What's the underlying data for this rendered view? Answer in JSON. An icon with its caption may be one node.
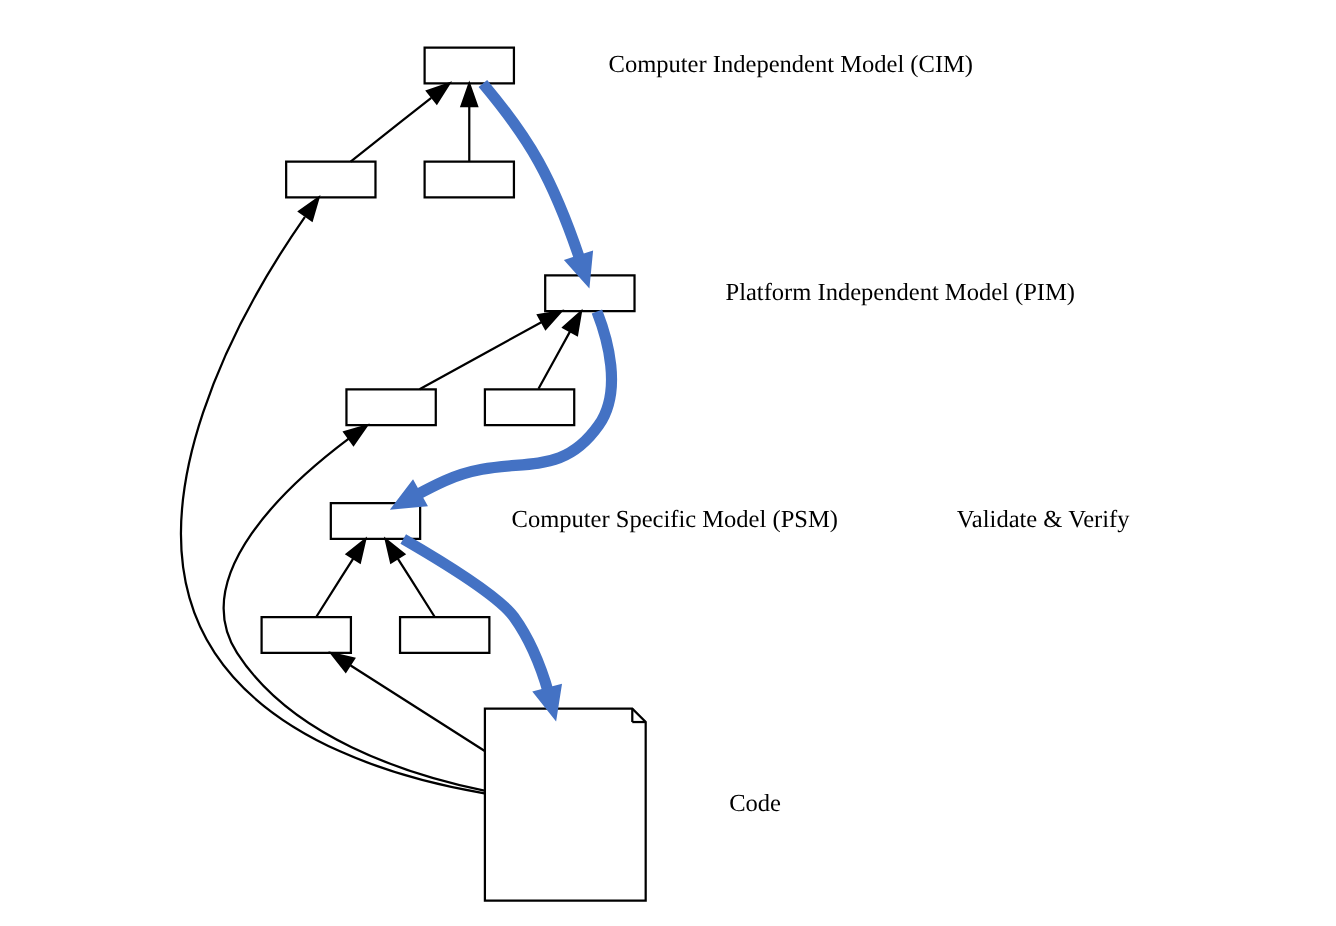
{
  "diagram": {
    "nodes": [
      {
        "text": [],
        "shape": "box",
        "beside": [
          "Computer Independent Model (CIM)"
        ]
      },
      {
        "text": [],
        "shape": "box"
      },
      {
        "text": [],
        "shape": "box"
      },
      {
        "text": [],
        "shape": "box",
        "beside": [
          "Platform Independent Model (PIM)"
        ]
      },
      {
        "text": [],
        "shape": "box"
      },
      {
        "text": [],
        "shape": "box"
      },
      {
        "text": [],
        "shape": "box",
        "beside": [
          "Computer Specific Model (PSM)"
        ]
      },
      {
        "text": [],
        "shape": "box"
      },
      {
        "text": [],
        "shape": "box"
      },
      {
        "text": [],
        "shape": "document",
        "beside": [
          "Code"
        ]
      }
    ],
    "edges": [
      {
        "from": 1,
        "to": 0,
        "arrow": "to"
      },
      {
        "from": 2,
        "to": 0,
        "arrow": "to"
      },
      {
        "from": 4,
        "to": 3,
        "arrow": "to"
      },
      {
        "from": 5,
        "to": 3,
        "arrow": "to"
      },
      {
        "from": 7,
        "to": 6,
        "arrow": "to"
      },
      {
        "from": 8,
        "to": 6,
        "arrow": "to"
      },
      {
        "from": 0,
        "to": 3,
        "arrow": "to",
        "style": "thick",
        "color": "#4472c4"
      },
      {
        "from": 3,
        "to": 6,
        "arrow": "to",
        "style": "thick",
        "color": "#4472c4"
      },
      {
        "from": 6,
        "to": 9,
        "arrow": "to",
        "style": "thick",
        "color": "#4472c4"
      },
      {
        "from": 9,
        "to": 1,
        "arrow": "to"
      },
      {
        "from": 9,
        "to": 4,
        "arrow": "to"
      },
      {
        "from": 9,
        "to": 7,
        "arrow": "to"
      }
    ],
    "labels": [
      "Validate & Verify"
    ]
  }
}
